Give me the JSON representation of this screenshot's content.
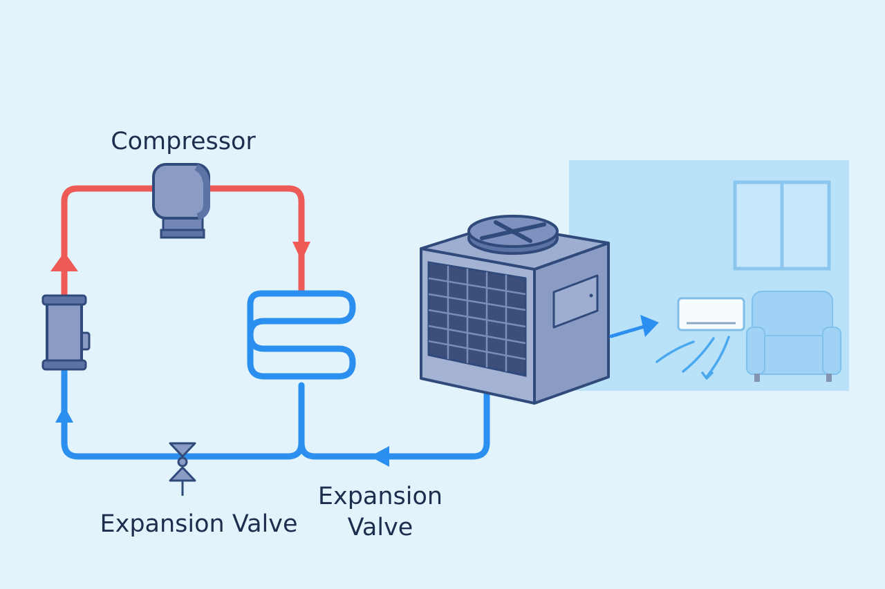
{
  "labels": {
    "compressor": "Compressor",
    "expansion_valve_1": "Expansion Valve",
    "expansion_valve_2": "Expansion Valve"
  },
  "colors": {
    "background": "#e2f3fb",
    "hot_line": "#ee5a55",
    "cold_line": "#2b8ff0",
    "component_fill": "#8a9bc4",
    "component_stroke": "#2f4a7b",
    "room_fill": "#b9e1f8",
    "label_text": "#1c2e4e"
  }
}
